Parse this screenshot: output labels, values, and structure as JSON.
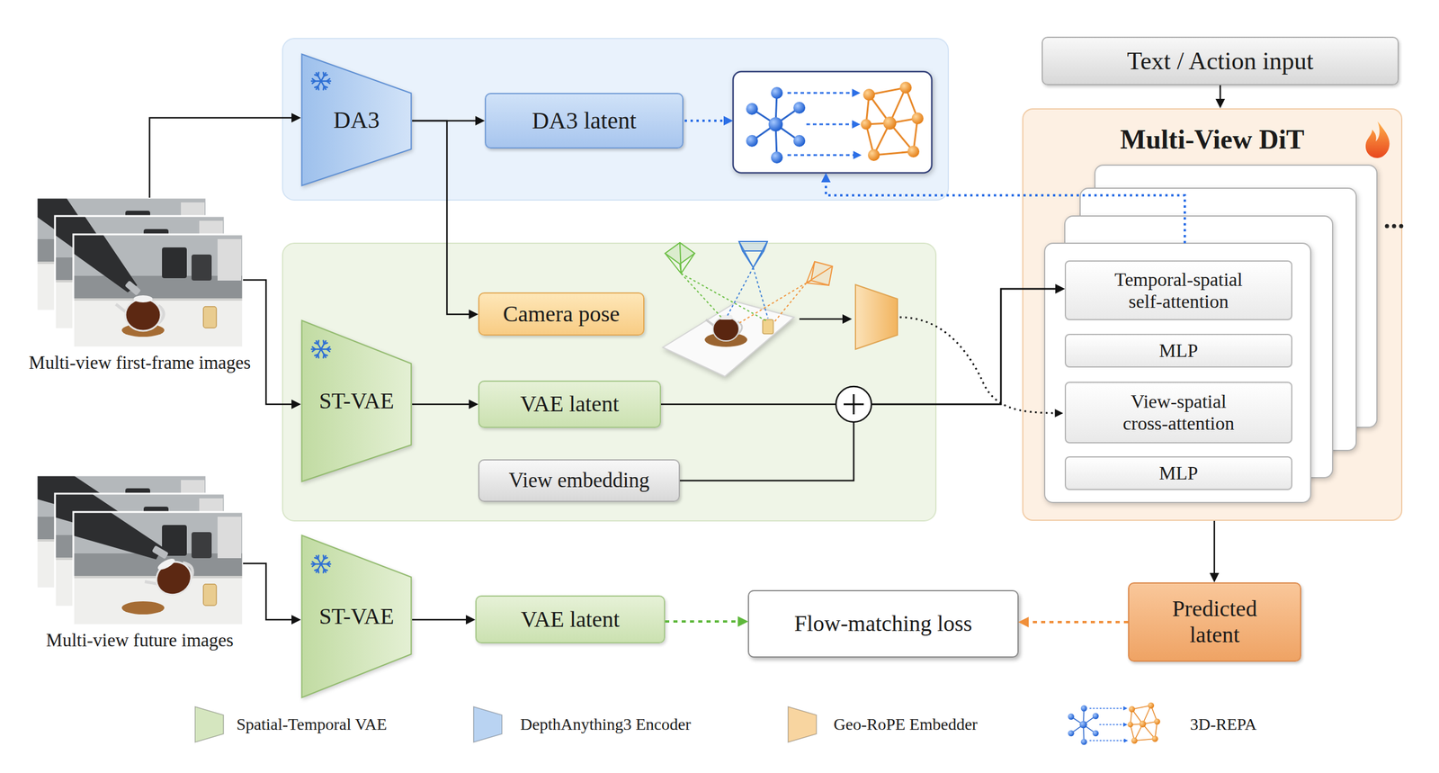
{
  "diagram": {
    "nodes": [
      {
        "text": [
          "DA3"
        ]
      },
      {
        "text": [
          "DA3 latent"
        ]
      },
      {
        "text": [
          "Text / Action input"
        ]
      },
      {
        "text": [
          "Multi-View DiT"
        ]
      },
      {
        "text": [
          "Temporal-spatial self-attention"
        ],
        "in": 3
      },
      {
        "text": [
          "MLP"
        ],
        "in": 3
      },
      {
        "text": [
          "View-spatial cross-attention"
        ],
        "in": 3
      },
      {
        "text": [
          "MLP"
        ],
        "in": 3
      },
      {
        "text": [
          "Multi-view first-frame images"
        ]
      },
      {
        "text": [
          "Camera pose"
        ]
      },
      {
        "text": [
          "ST-VAE"
        ]
      },
      {
        "text": [
          "VAE latent"
        ]
      },
      {
        "text": [
          "View embedding"
        ]
      },
      {
        "text": [
          "Multi-view future images"
        ]
      },
      {
        "text": [
          "ST-VAE"
        ]
      },
      {
        "text": [
          "VAE latent"
        ]
      },
      {
        "text": [
          "Flow-matching loss"
        ]
      },
      {
        "text": [
          "Predicted latent"
        ]
      }
    ],
    "edges": [
      {
        "from": 8,
        "to": 0,
        "arrow": "to"
      },
      {
        "from": 8,
        "to": 10,
        "arrow": "to"
      },
      {
        "from": 0,
        "to": 1,
        "arrow": "to"
      },
      {
        "from": 0,
        "to": 9,
        "arrow": "to"
      },
      {
        "from": 10,
        "to": 11,
        "arrow": "to"
      },
      {
        "from": 11,
        "to": 4,
        "arrow": "to"
      },
      {
        "from": 12,
        "to": 4,
        "arrow": "to"
      },
      {
        "from": 2,
        "to": 3,
        "arrow": "to"
      },
      {
        "from": 3,
        "to": 17,
        "arrow": "to"
      },
      {
        "from": 13,
        "to": 14,
        "arrow": "to"
      },
      {
        "from": 14,
        "to": 15,
        "arrow": "to"
      },
      {
        "from": 15,
        "to": 16,
        "arrow": "to"
      },
      {
        "from": 17,
        "to": 16,
        "arrow": "to"
      }
    ],
    "legend": [
      {
        "text": "Spatial-Temporal VAE",
        "color": "#d5e6bf"
      },
      {
        "text": "DepthAnything3 Encoder",
        "color": "#b9d3f2"
      },
      {
        "text": "Geo-RoPE Embedder",
        "color": "#f8d5a0"
      },
      {
        "text": "3D-REPA"
      }
    ]
  }
}
